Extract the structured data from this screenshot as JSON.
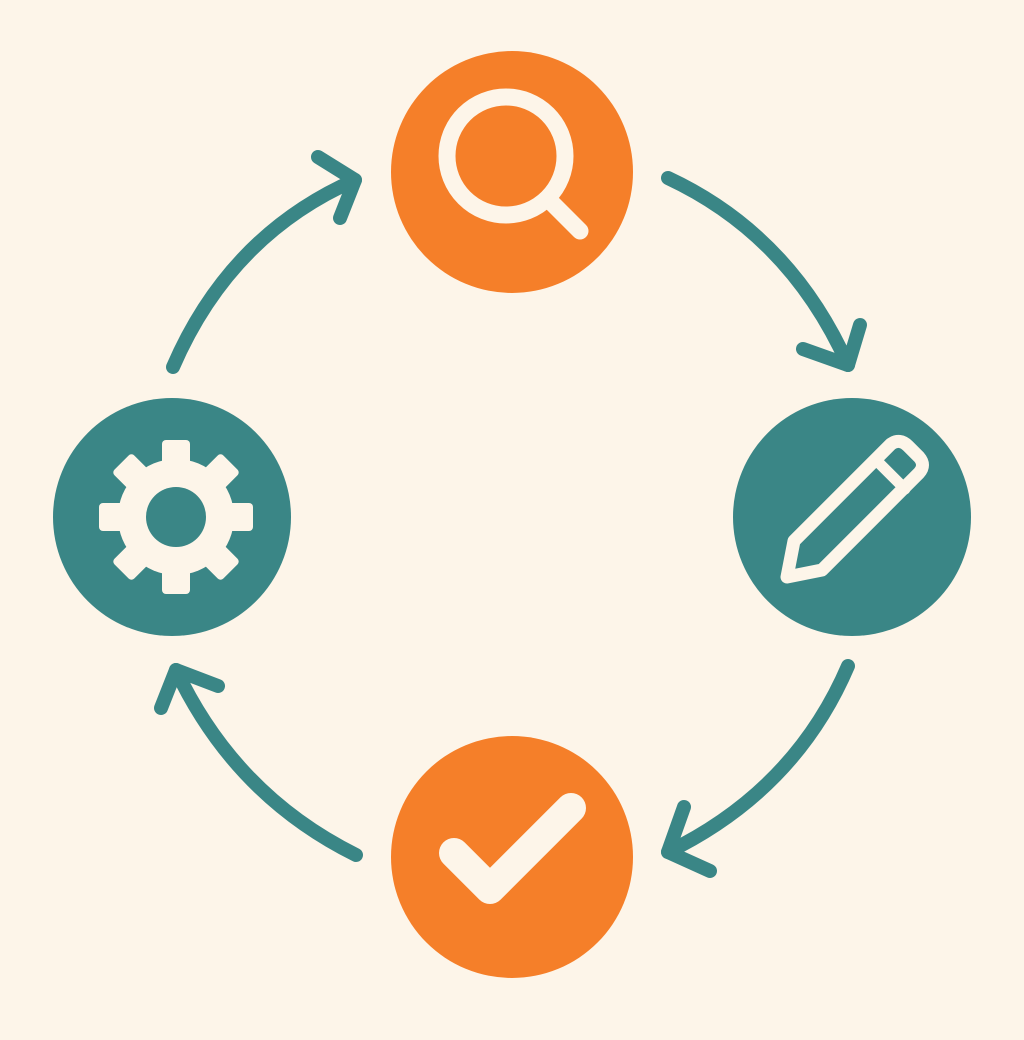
{
  "diagram": {
    "type": "cycle",
    "background": "#FDF5E9",
    "colors": {
      "orange": "#F57F29",
      "teal": "#3A8686",
      "icon": "#FDF5E9"
    },
    "nodes": [
      {
        "id": "search",
        "icon": "search-icon",
        "color": "orange",
        "position": "top"
      },
      {
        "id": "edit",
        "icon": "pencil-icon",
        "color": "teal",
        "position": "right"
      },
      {
        "id": "approve",
        "icon": "checkmark-icon",
        "color": "orange",
        "position": "bottom"
      },
      {
        "id": "configure",
        "icon": "gear-icon",
        "color": "teal",
        "position": "left"
      }
    ],
    "edges": [
      {
        "from": "search",
        "to": "edit",
        "direction": "clockwise"
      },
      {
        "from": "edit",
        "to": "approve",
        "direction": "clockwise"
      },
      {
        "from": "approve",
        "to": "configure",
        "direction": "clockwise"
      },
      {
        "from": "configure",
        "to": "search",
        "direction": "clockwise"
      }
    ]
  }
}
